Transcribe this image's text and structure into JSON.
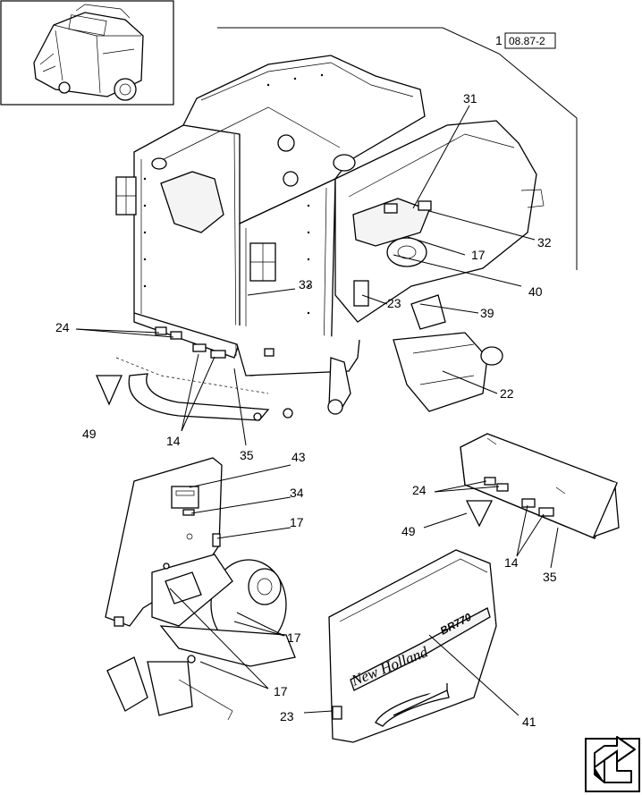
{
  "reference": {
    "index": "1",
    "code": "08.87-2"
  },
  "brand": {
    "logo_text": "New Holland",
    "model_text": "BR770"
  },
  "callouts": [
    {
      "id": "c31",
      "text": "31"
    },
    {
      "id": "c32",
      "text": "32"
    },
    {
      "id": "c17a",
      "text": "17"
    },
    {
      "id": "c40",
      "text": "40"
    },
    {
      "id": "c33",
      "text": "33"
    },
    {
      "id": "c23a",
      "text": "23"
    },
    {
      "id": "c39",
      "text": "39"
    },
    {
      "id": "c24a",
      "text": "24"
    },
    {
      "id": "c22",
      "text": "22"
    },
    {
      "id": "c49a",
      "text": "49"
    },
    {
      "id": "c14a",
      "text": "14"
    },
    {
      "id": "c35a",
      "text": "35"
    },
    {
      "id": "c43",
      "text": "43"
    },
    {
      "id": "c34",
      "text": "34"
    },
    {
      "id": "c17b",
      "text": "17"
    },
    {
      "id": "c17c",
      "text": "17"
    },
    {
      "id": "c17d",
      "text": "17"
    },
    {
      "id": "c24b",
      "text": "24"
    },
    {
      "id": "c49b",
      "text": "49"
    },
    {
      "id": "c14b",
      "text": "14"
    },
    {
      "id": "c35b",
      "text": "35"
    },
    {
      "id": "c23b",
      "text": "23"
    },
    {
      "id": "c41",
      "text": "41"
    }
  ],
  "nav": {
    "icon": "next-page-arrow-icon"
  }
}
